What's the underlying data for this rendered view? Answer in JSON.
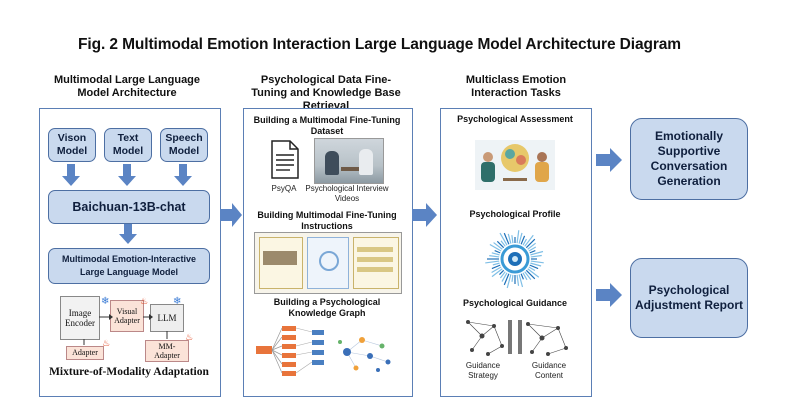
{
  "title": "Fig. 2 Multimodal Emotion Interaction Large Language Model Architecture Diagram",
  "col1": {
    "heading": "Multimodal Large Language Model Architecture",
    "encoders": [
      "Vison Model",
      "Text Model",
      "Speech Model"
    ],
    "backbone": "Baichuan-13B-chat",
    "result": "Multimodal Emotion-Interactive Large Language Model",
    "adaptation": {
      "image_encoder": "Image Encoder",
      "visual_adapter": "Visual Adapter",
      "llm": "LLM",
      "adapter": "Adapter",
      "mm_adapter": "MM-Adapter",
      "caption": "Mixture-of-Modality Adaptation"
    }
  },
  "col2": {
    "heading": "Psychological Data Fine-Tuning and Knowledge Base Retrieval",
    "section1": "Building a Multimodal Fine-Tuning Dataset",
    "psyqa": "PsyQA",
    "video_caption": "Psychological Interview Videos",
    "section2": "Building Multimodal Fine-Tuning Instructions",
    "section3": "Building a Psychological Knowledge Graph"
  },
  "col3": {
    "heading": "Multiclass Emotion Interaction Tasks",
    "task1": "Psychological Assessment",
    "task2": "Psychological Profile",
    "task3": "Psychological Guidance",
    "guidance_strategy": "Guidance Strategy",
    "guidance_content": "Guidance Content"
  },
  "outputs": [
    "Emotionally Supportive Conversation Generation",
    "Psychological Adjustment Report"
  ],
  "colors": {
    "box_fill": "#c9d9ee",
    "box_border": "#4d6fa3",
    "arrow": "#5b84c4",
    "panel_border": "#5b7fb5"
  }
}
